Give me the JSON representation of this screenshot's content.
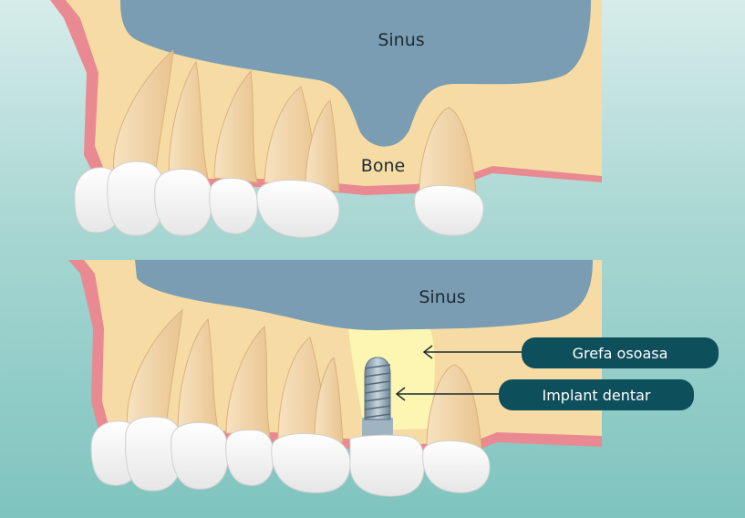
{
  "top_panel": {
    "sinus_label": "Sinus",
    "bone_label": "Bone"
  },
  "bottom_panel": {
    "sinus_label": "Sinus",
    "callouts": [
      {
        "label": "Grefa osoasa"
      },
      {
        "label": "Implant dentar"
      }
    ]
  },
  "colors": {
    "bone": "#f6dca4",
    "sinus": "#7a9db3",
    "gum": "#e98a92",
    "graft": "#fdf6b3",
    "callout": "#0e4f5c",
    "tooth": "#fbfbfb",
    "root": "#f3d7ae"
  }
}
